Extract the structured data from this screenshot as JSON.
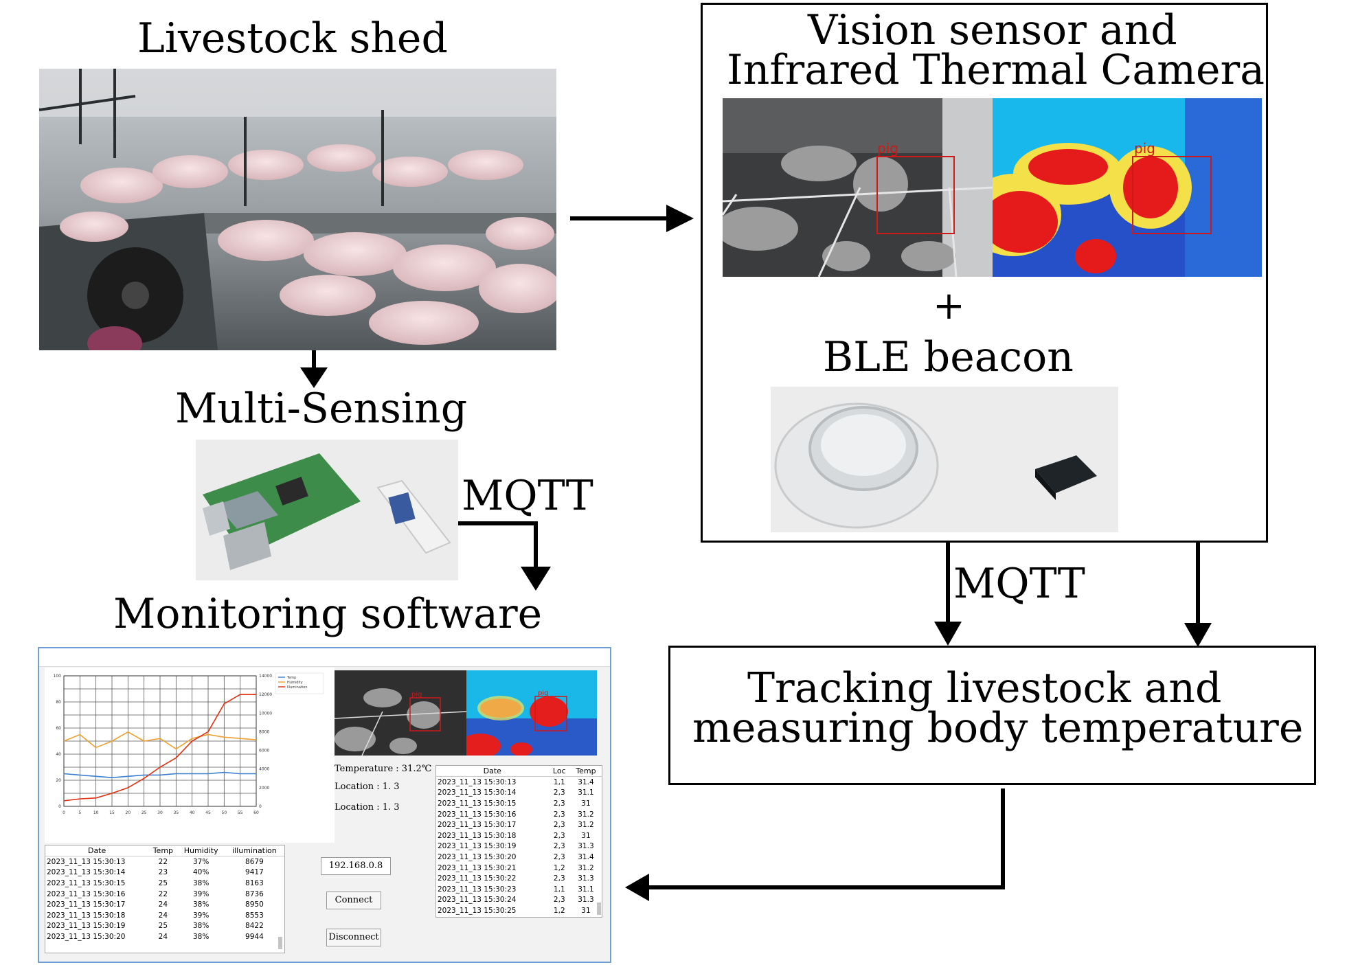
{
  "labels": {
    "livestock_shed": "Livestock shed",
    "multi_sensing": "Multi-Sensing",
    "mqtt_left": "MQTT",
    "monitoring_software": "Monitoring software",
    "vision_line1": "Vision sensor and",
    "vision_line2": "Infrared Thermal Camera",
    "plus": "+",
    "ble_beacon": "BLE beacon",
    "mqtt_right": "MQTT",
    "tracking_line1": "Tracking livestock and",
    "tracking_line2": "measuring body temperature"
  },
  "camera": {
    "detection_label": "pig"
  },
  "software": {
    "chart_data": {
      "type": "line",
      "x": [
        0,
        5,
        10,
        15,
        20,
        25,
        30,
        35,
        40,
        45,
        50,
        55,
        60
      ],
      "left_ylim": [
        0,
        100
      ],
      "right_ylim": [
        0,
        14000
      ],
      "left_ticks": [
        "100",
        "80",
        "60",
        "40",
        "20",
        "0"
      ],
      "right_ticks": [
        "14000",
        "12000",
        "10000",
        "8000",
        "6000",
        "4000",
        "2000",
        "0"
      ],
      "x_ticks": [
        "0",
        "5",
        "10",
        "15",
        "20",
        "25",
        "30",
        "35",
        "40",
        "45",
        "50",
        "55",
        "60"
      ],
      "legend": [
        "Temp",
        "Humidity",
        "Illumination"
      ],
      "series": [
        {
          "name": "Temp",
          "axis": "left",
          "color": "#3a7fd0",
          "values": [
            25,
            24,
            23,
            22,
            23,
            24,
            24,
            25,
            25,
            25,
            26,
            25,
            25
          ]
        },
        {
          "name": "Humidity",
          "axis": "left",
          "color": "#f0a030",
          "values": [
            50,
            55,
            45,
            50,
            57,
            50,
            52,
            44,
            52,
            55,
            53,
            52,
            51
          ]
        },
        {
          "name": "Illumination",
          "axis": "right",
          "color": "#e03010",
          "values": [
            600,
            800,
            900,
            1400,
            2000,
            3000,
            4200,
            5200,
            7000,
            8000,
            11000,
            12000,
            12000
          ]
        }
      ]
    },
    "temperature_text": "Temperature : 31.2℃",
    "location_text_1": "Location : 1. 3",
    "location_text_2": "Location : 1. 3",
    "ip_value": "192.168.0.8",
    "connect_label": "Connect",
    "disconnect_label": "Disconnect",
    "sensor_table": {
      "headers": [
        "Date",
        "Temp",
        "Humidity",
        "illumination"
      ],
      "rows": [
        [
          "2023_11_13 15:30:13",
          "22",
          "37%",
          "8679"
        ],
        [
          "2023_11_13 15:30:14",
          "23",
          "40%",
          "9417"
        ],
        [
          "2023_11_13 15:30:15",
          "25",
          "38%",
          "8163"
        ],
        [
          "2023_11_13 15:30:16",
          "22",
          "39%",
          "8736"
        ],
        [
          "2023_11_13 15:30:17",
          "24",
          "38%",
          "8950"
        ],
        [
          "2023_11_13 15:30:18",
          "24",
          "39%",
          "8553"
        ],
        [
          "2023_11_13 15:30:19",
          "25",
          "38%",
          "8422"
        ],
        [
          "2023_11_13 15:30:20",
          "24",
          "38%",
          "9944"
        ]
      ]
    },
    "tracking_table": {
      "headers": [
        "Date",
        "Loc",
        "Temp"
      ],
      "rows": [
        [
          "2023_11_13 15:30:13",
          "1,1",
          "31.4"
        ],
        [
          "2023_11_13 15:30:14",
          "2,3",
          "31.1"
        ],
        [
          "2023_11_13 15:30:15",
          "2,3",
          "31"
        ],
        [
          "2023_11_13 15:30:16",
          "2,3",
          "31.2"
        ],
        [
          "2023_11_13 15:30:17",
          "2,3",
          "31.2"
        ],
        [
          "2023_11_13 15:30:18",
          "2,3",
          "31"
        ],
        [
          "2023_11_13 15:30:19",
          "2,3",
          "31.3"
        ],
        [
          "2023_11_13 15:30:20",
          "2,3",
          "31.4"
        ],
        [
          "2023_11_13 15:30:21",
          "1,2",
          "31.2"
        ],
        [
          "2023_11_13 15:30:22",
          "2,3",
          "31.3"
        ],
        [
          "2023_11_13 15:30:23",
          "1,1",
          "31.1"
        ],
        [
          "2023_11_13 15:30:24",
          "2,3",
          "31.3"
        ],
        [
          "2023_11_13 15:30:25",
          "1,2",
          "31"
        ]
      ]
    }
  }
}
